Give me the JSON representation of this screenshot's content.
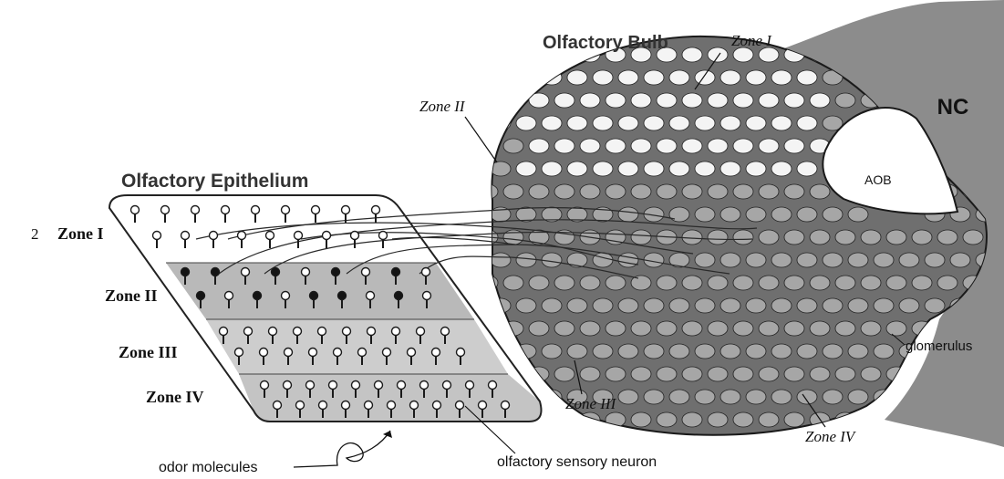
{
  "labels": {
    "bulb_title": "Olfactory Bulb",
    "epithelium_title": "Olfactory Epithelium",
    "nc": "NC",
    "aob": "AOB",
    "glomerulus": "glomerulus",
    "odor_molecules": "odor molecules",
    "sensory_neuron": "olfactory sensory neuron",
    "number_two": "2"
  },
  "epithelium_zones": [
    "Zone I",
    "Zone II",
    "Zone III",
    "Zone IV"
  ],
  "bulb_zones": {
    "zone1": "Zone I",
    "zone2": "Zone II",
    "zone3": "Zone III",
    "zone4": "Zone IV"
  },
  "colors": {
    "nc": "#8c8c8c",
    "bulb": "#6f6f6f",
    "zone1_band": "#ffffff",
    "zone2_band": "#b9b9b9",
    "zone3_band": "#cdcdcd",
    "zone4_band": "#c4c4c4",
    "glom_light": "#f4f4f4",
    "glom_grey": "#a6a6a6",
    "neuron_dark": "#141414"
  }
}
